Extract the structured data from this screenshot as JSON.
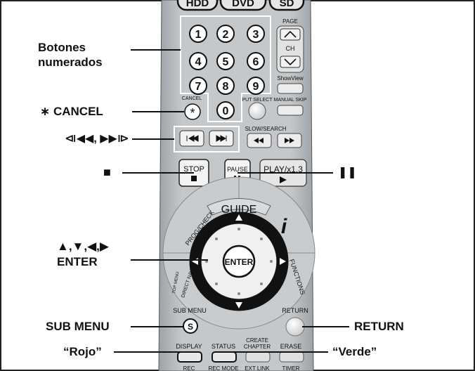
{
  "remote": {
    "top_tabs": [
      "HDD",
      "DVD",
      "SD"
    ],
    "digits": [
      "1",
      "2",
      "3",
      "4",
      "5",
      "6",
      "7",
      "8",
      "9",
      "0"
    ],
    "page_label": "PAGE",
    "ch_label": "CH",
    "showview_label": "ShowView",
    "cancel_small_label": "CANCEL",
    "asterisk": "*",
    "input_select_label": "PUT SELECT",
    "manual_skip_label": "MANUAL SKIP",
    "slow_search_label": "SLOW/SEARCH",
    "stop_label": "STOP",
    "pause_label": "PAUSE",
    "play_label": "PLAY/x1.3",
    "guide_label": "GUIDE",
    "info_label": "i",
    "prog_check_label": "PROG/CHECK",
    "functions_label": "FUNCTIONS",
    "top_menu_label": "TOP MENU",
    "direct_navigator_label": "DIRECT NAVIGATOR",
    "enter_label": "ENTER",
    "sub_menu_label": "SUB MENU",
    "sub_menu_key": "S",
    "return_label": "RETURN",
    "display_label": "DISPLAY",
    "status_label": "STATUS",
    "create_chapter_label": "CREATE CHAPTER",
    "erase_label": "ERASE",
    "bottom_labels": [
      "REC",
      "REC MODE",
      "EXT LINK",
      "TIMER"
    ]
  },
  "callouts": {
    "numbered_buttons": "Botones\nnumerados",
    "cancel": "∗ CANCEL",
    "skip": "⧏◀◀, ▶▶⧐",
    "stop": "■",
    "pause": "❚❚",
    "arrows_enter": "▲,▼,◀,▶\nENTER",
    "sub_menu": "SUB MENU",
    "return": "RETURN",
    "red": "“Rojo”",
    "green": "“Verde”"
  },
  "colors": {
    "remote_body": "#b9bdc0",
    "button_face": "#eeeeee",
    "ring": "#111111",
    "red_button": "#e8e8e8",
    "green_button": "#e8e8e8"
  }
}
